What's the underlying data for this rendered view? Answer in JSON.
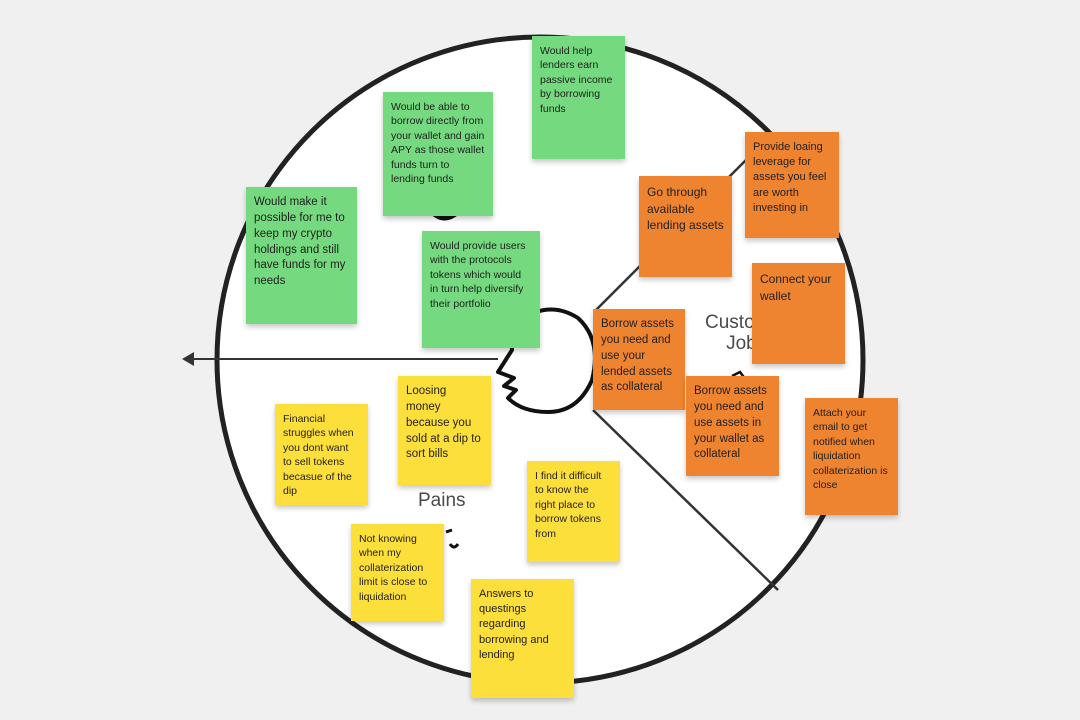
{
  "colors": {
    "background": "#f0f0f0",
    "circle_fill": "#ffffff",
    "circle_stroke": "#222222",
    "green_note": "#74d97f",
    "orange_note": "#ef8430",
    "yellow_note": "#fddf3b"
  },
  "sections": {
    "customer_jobs": "Customer\nJobs",
    "pains": "Pains"
  },
  "notes": {
    "gains": [
      "Would help lenders earn passive income by borrowing funds",
      "Would be able to borrow directly from your wallet and gain APY as those wallet funds turn to lending funds",
      "Would make it possible for me to keep my crypto holdings and still have funds for my needs",
      "Would provide users with the protocols tokens which would in turn help diversify their portfolio"
    ],
    "jobs": [
      "Provide loaing leverage for assets you feel are worth investing in",
      "Go through available lending assets",
      "Connect your wallet",
      "Borrow assets you need and use your lended assets as collateral",
      "Borrow assets you need and use assets in your wallet as collateral",
      "Attach your email to get notified when liquidation collaterization is close"
    ],
    "pains": [
      "Loosing money because you sold at a dip to sort bills",
      "Financial struggles when you dont want to sell tokens becasue of the dip",
      "I find it difficult to know the right place to borrow tokens from",
      "Not knowing when my collaterization limit is close to liquidation",
      "Answers to questings regarding borrowing and lending"
    ]
  }
}
